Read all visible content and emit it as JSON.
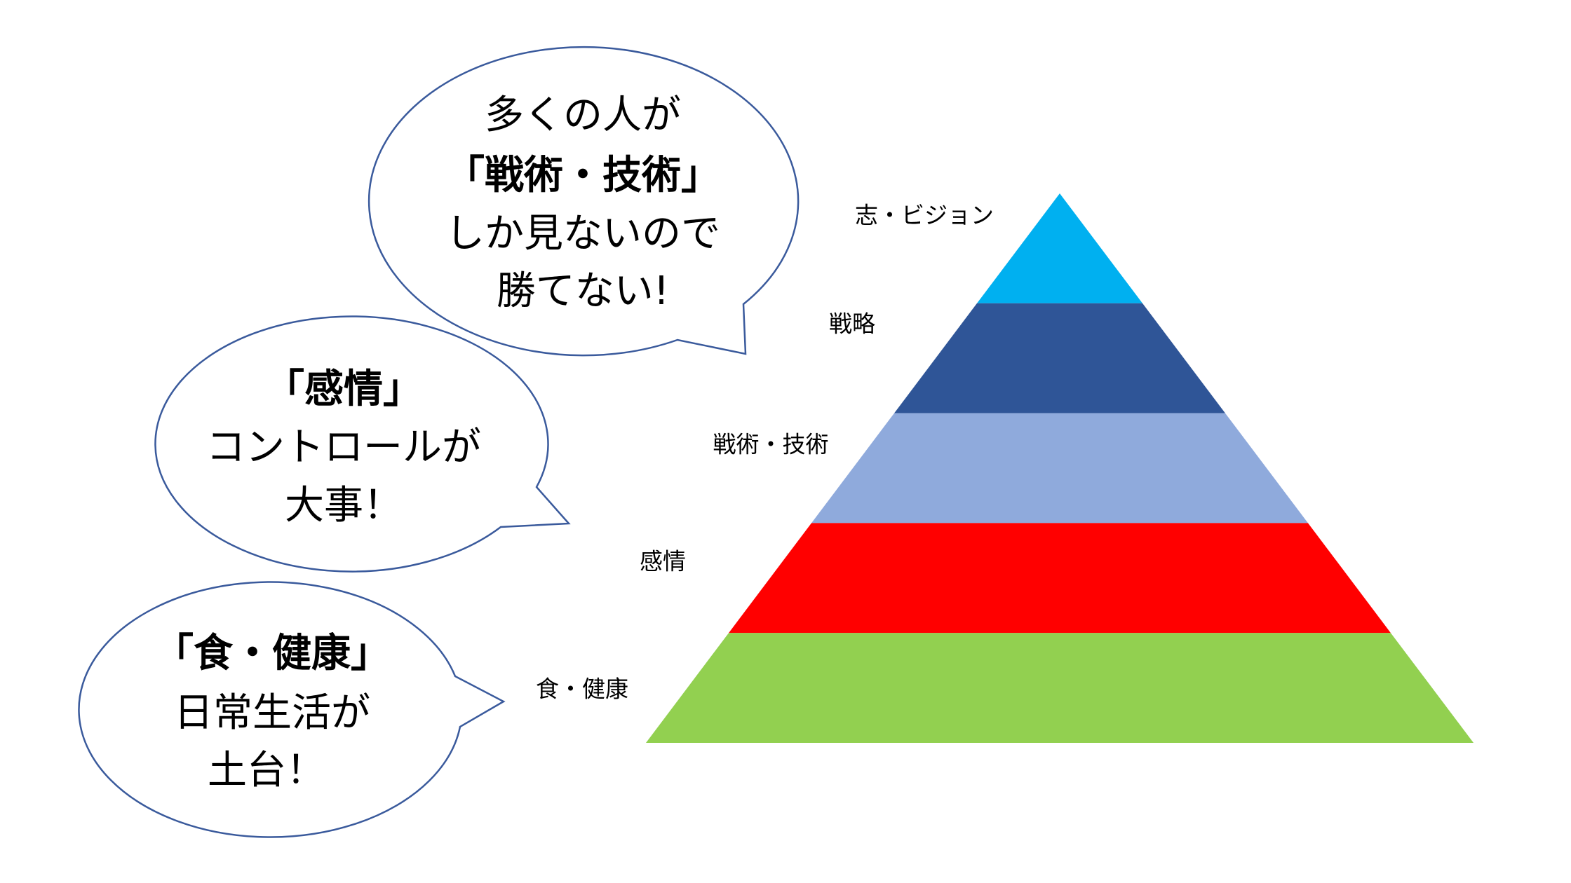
{
  "bubbles": [
    {
      "lines": [
        {
          "text": "多くの人が",
          "bold": false
        },
        {
          "text": "「戦術・技術」",
          "bold": true
        },
        {
          "text": "しか見ないので",
          "bold": false
        },
        {
          "text": "勝てない!",
          "bold": false
        }
      ]
    },
    {
      "lines": [
        {
          "text": "「感情」",
          "bold": true
        },
        {
          "text": "コントロールが",
          "bold": false
        },
        {
          "text": "大事！",
          "bold": false
        }
      ]
    },
    {
      "lines": [
        {
          "text": "「食・健康」",
          "bold": true
        },
        {
          "text": "日常生活が",
          "bold": false
        },
        {
          "text": "土台！",
          "bold": false
        }
      ]
    }
  ],
  "pyramid": {
    "layers_top_to_bottom": [
      {
        "label": "志・ビジョン",
        "color": "#00B0F0"
      },
      {
        "label": "戦略",
        "color": "#2F5597"
      },
      {
        "label": "戦術・技術",
        "color": "#8FAADC"
      },
      {
        "label": "感情",
        "color": "#FF0000"
      },
      {
        "label": "食・健康",
        "color": "#92D050"
      }
    ]
  }
}
